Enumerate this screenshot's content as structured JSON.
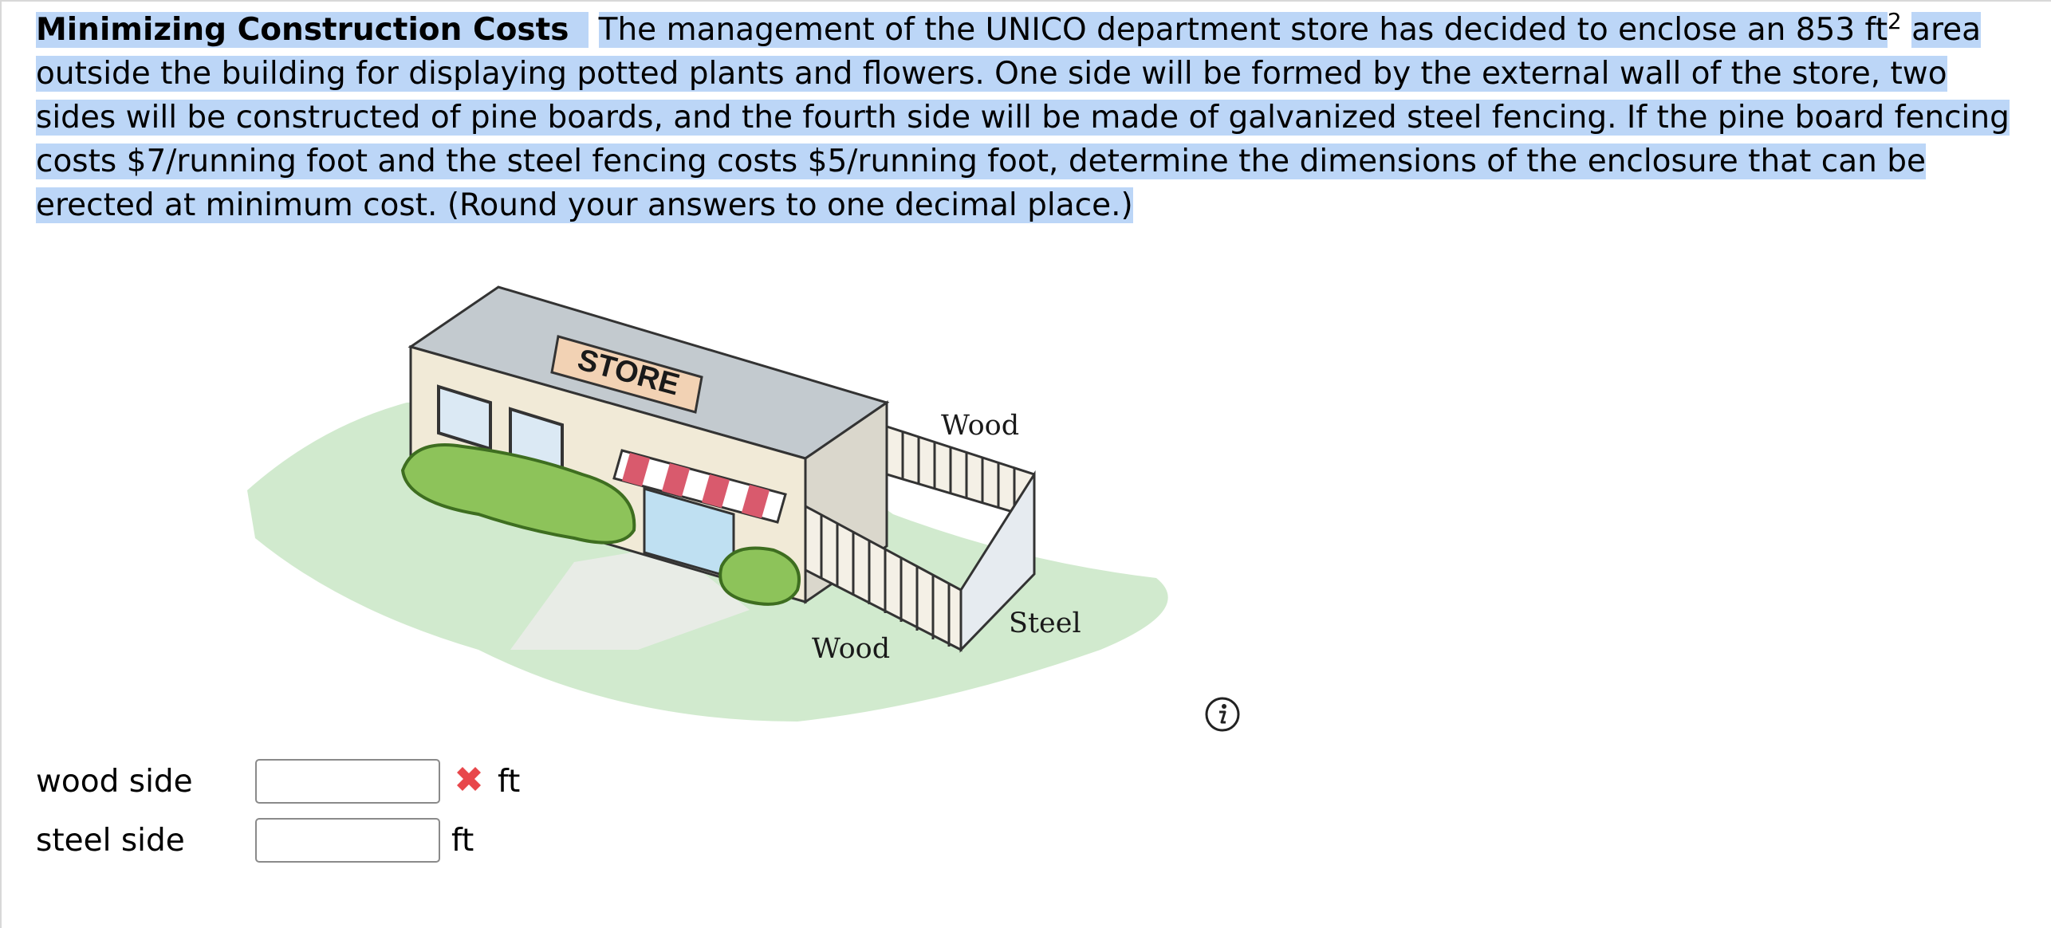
{
  "problem": {
    "title": "Minimizing Construction Costs",
    "text_before_sup": "The management of the UNICO department store has decided to enclose an 853 ft",
    "sup": "2",
    "text_after_sup": "area outside the building for displaying potted plants and flowers. One side will be formed by the external wall of the store, two sides will be constructed of pine boards, and the fourth side will be made of galvanized steel fencing. If the pine board fencing costs $7/running foot and the steel fencing costs $5/running foot, determine the dimensions of the enclosure that can be erected at minimum cost. (Round your answers to one decimal place.)"
  },
  "figure": {
    "store_sign": "STORE",
    "label_wood_top": "Wood",
    "label_wood_bottom": "Wood",
    "label_steel": "Steel"
  },
  "info_icon": "info-icon",
  "answers": [
    {
      "label": "wood side",
      "value": "",
      "unit": "ft",
      "status": "incorrect",
      "status_icon": "x-mark-icon",
      "status_color": "#e8474b"
    },
    {
      "label": "steel side",
      "value": "",
      "unit": "ft"
    }
  ],
  "colors": {
    "highlight": "#bcd6f7",
    "incorrect": "#e8474b",
    "grass": "#c9e6c4",
    "bush": "#8bc34a"
  }
}
